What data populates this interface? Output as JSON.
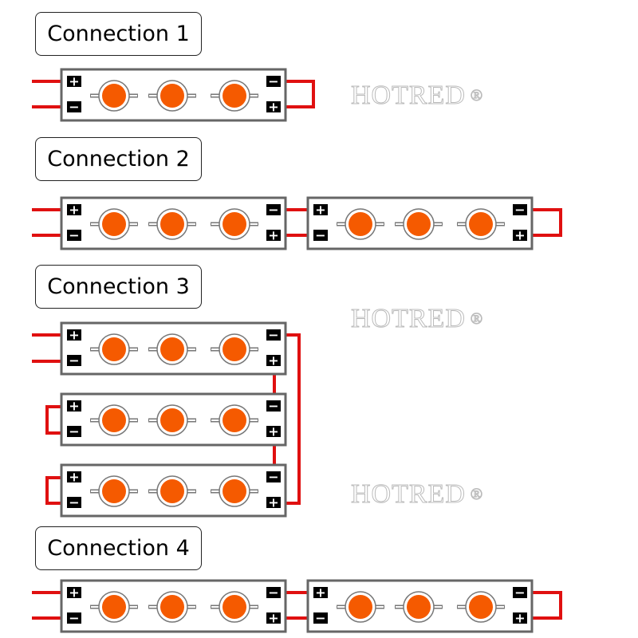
{
  "connections": [
    {
      "label": "Connection 1"
    },
    {
      "label": "Connection 2"
    },
    {
      "label": "Connection 3"
    },
    {
      "label": "Connection 4"
    }
  ],
  "terminals": {
    "plus": "+",
    "minus": "−"
  },
  "watermark": {
    "text": "HOTRED",
    "mark": "®"
  },
  "colors": {
    "wire": "#e01010",
    "led": "#f55a00",
    "board_border": "#666666",
    "terminal_bg": "#000000"
  },
  "leds_per_module": 3
}
